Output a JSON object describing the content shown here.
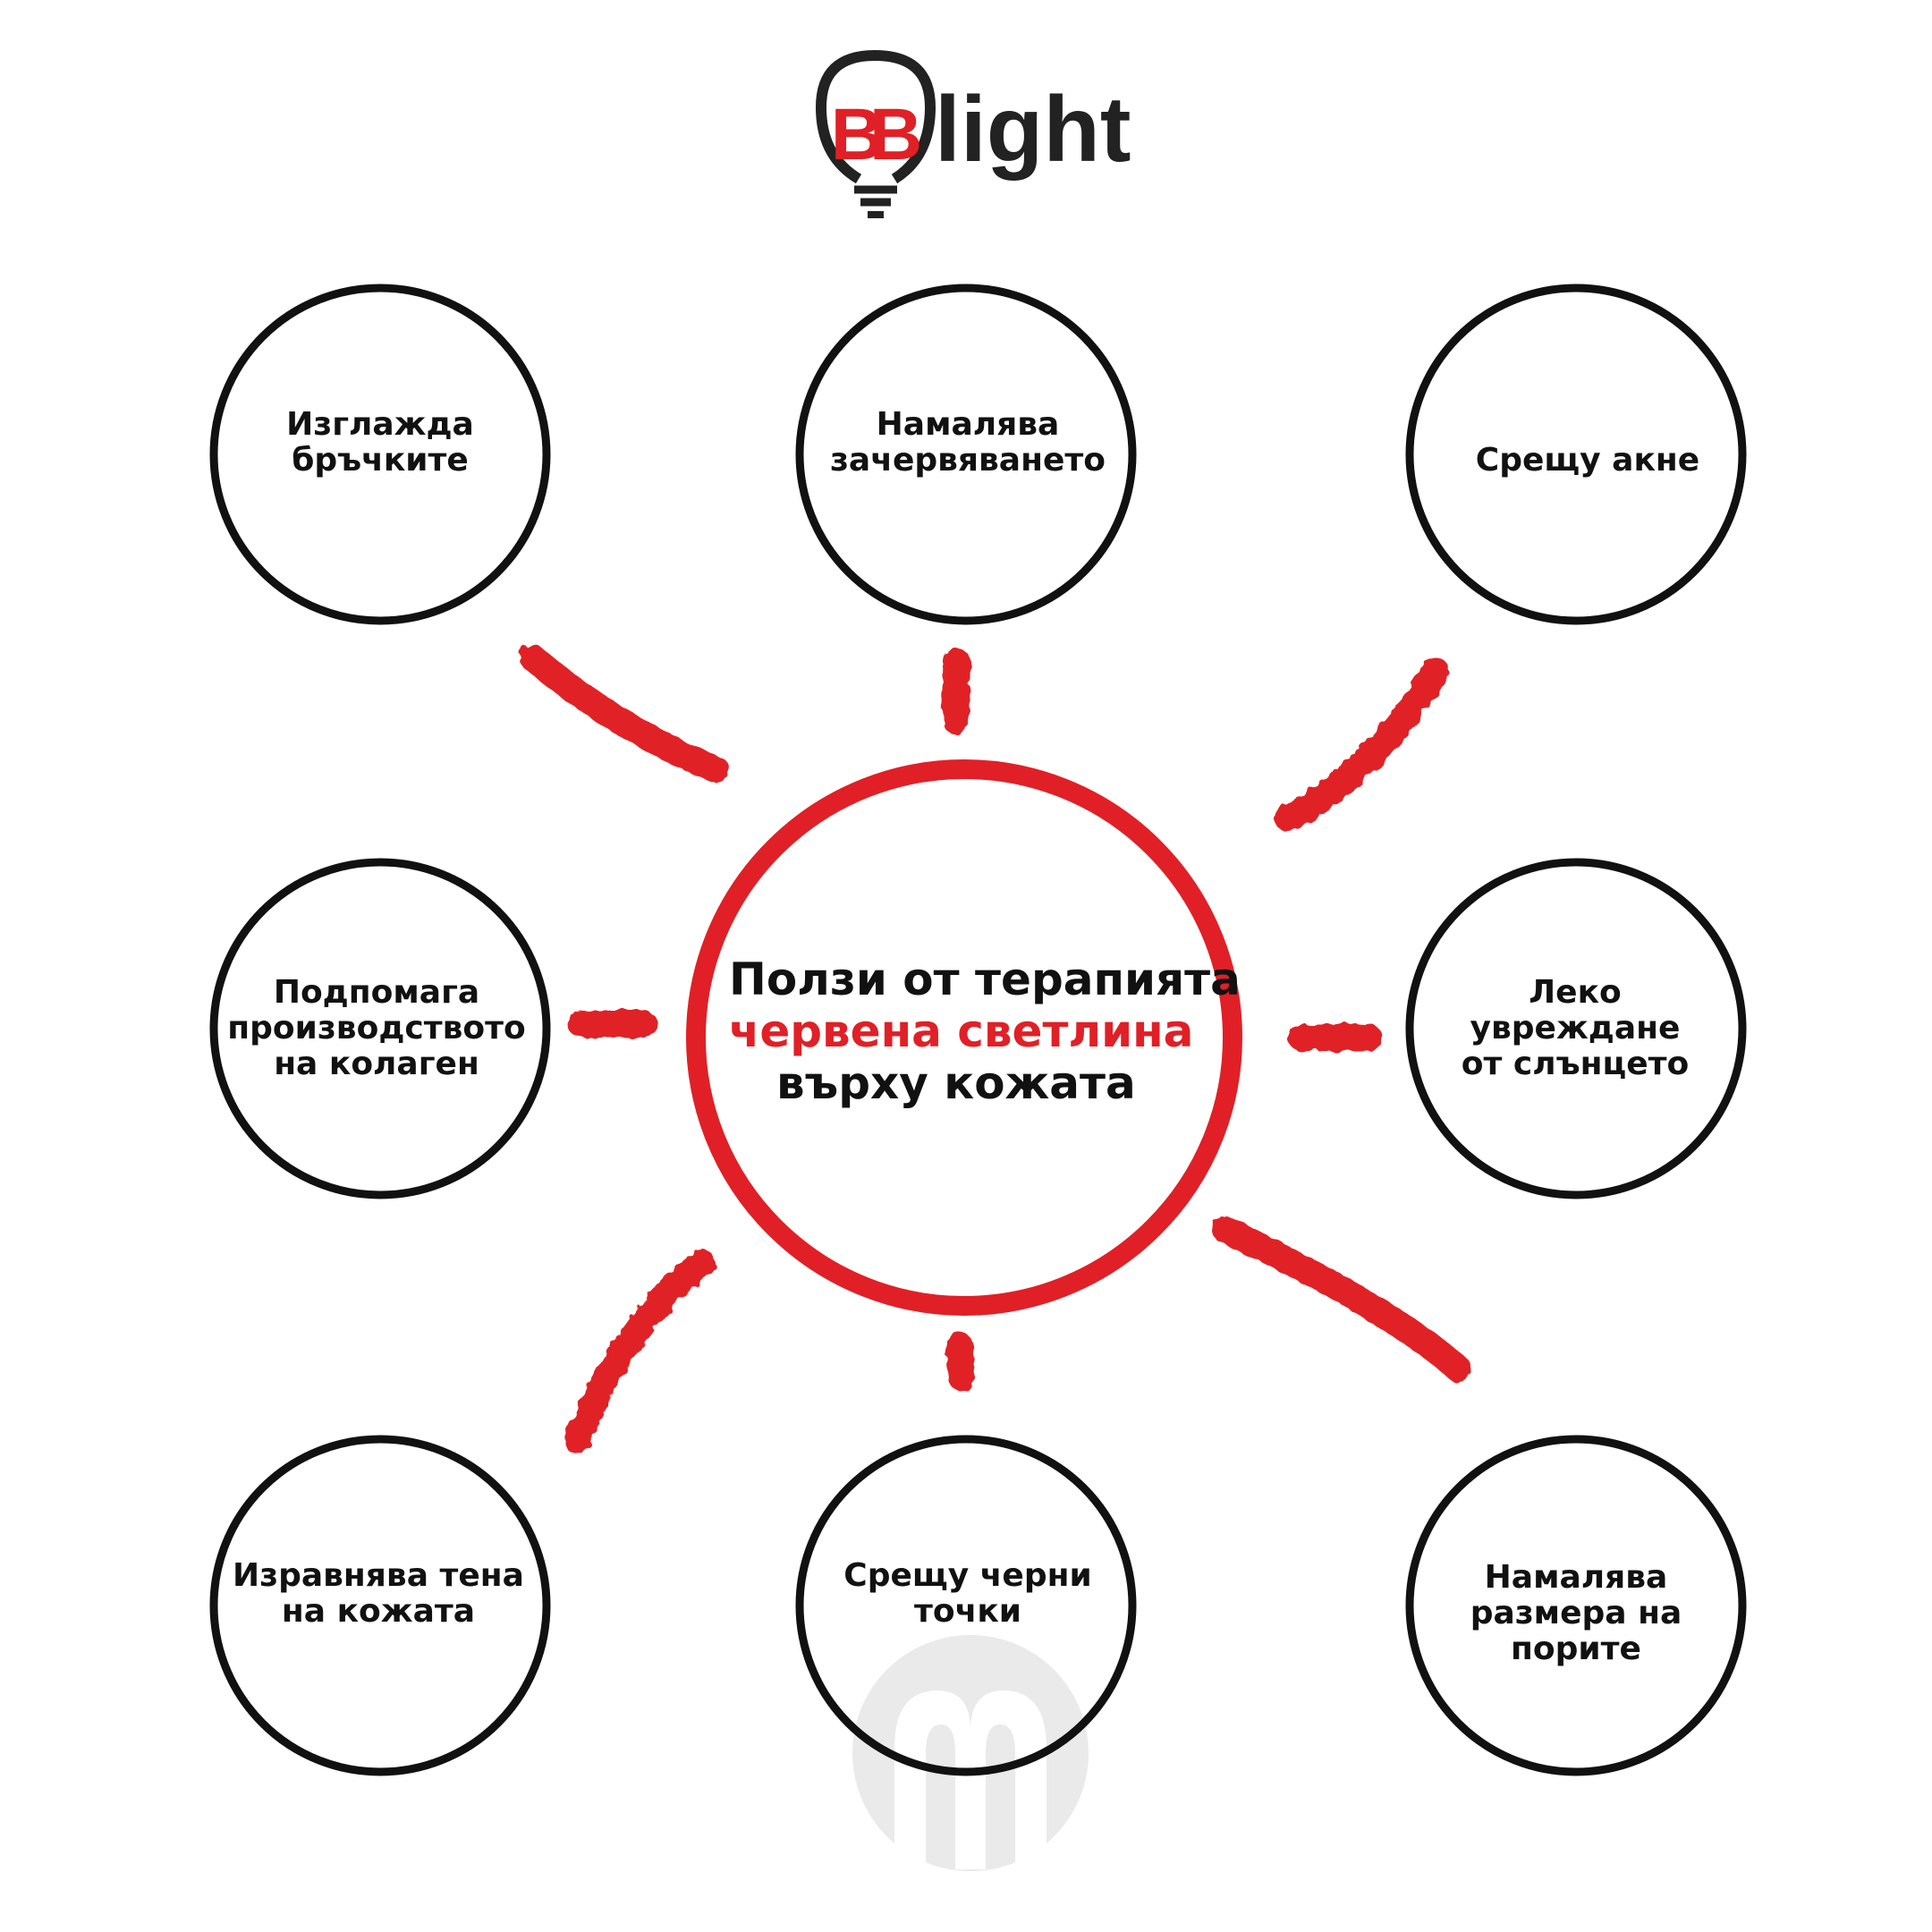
{
  "logo": {
    "mark": "BB",
    "wordmark": "light",
    "icon": "light-bulb-icon"
  },
  "center": {
    "line1": "Ползи от терапията",
    "line2": "червена светлина",
    "line3": "върху кожата"
  },
  "benefits": [
    {
      "line1": "Изглажда",
      "line2": "бръчките"
    },
    {
      "line1": "Намалява",
      "line2": "зачервяването"
    },
    {
      "line1": "Срещу акне"
    },
    {
      "line1": "Подпомага",
      "line2": "производството",
      "line3": "на колаген"
    },
    {
      "line1": "Леко увреждане",
      "line2": "от слънцето"
    },
    {
      "line1": "Изравнява тена",
      "line2": "на кожата"
    },
    {
      "line1": "Срещу черни",
      "line2": "точки"
    },
    {
      "line1": "Намалява",
      "line2": "размера на",
      "line3": "порите"
    }
  ],
  "watermark": {
    "icon": "watermark-m-logo-icon"
  },
  "colors": {
    "accent_red": "#e02026",
    "outline_black": "#111111",
    "watermark_gray": "#d9d9d9"
  }
}
